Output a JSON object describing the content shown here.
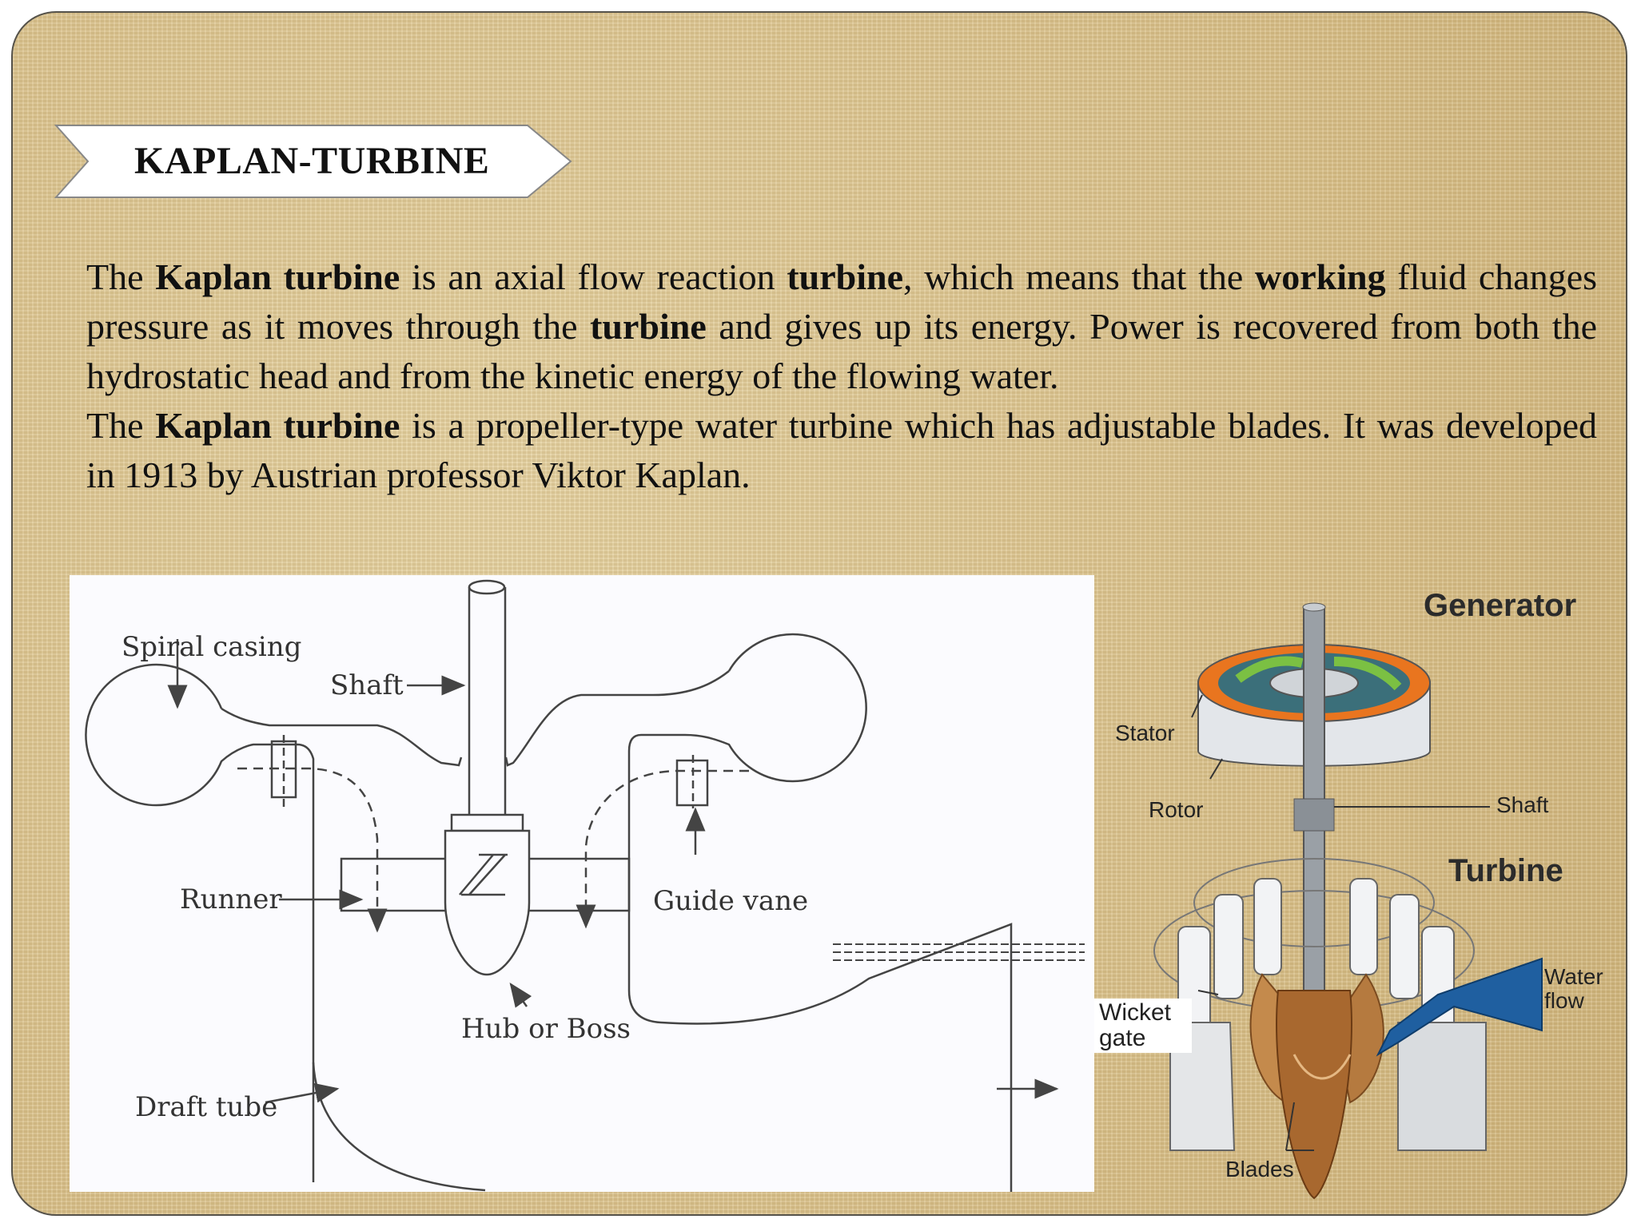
{
  "title": "KAPLAN-TURBINE",
  "paragraph1": {
    "s1": "The ",
    "b1": "Kaplan turbine",
    "s2": " is an axial flow reaction ",
    "b2": "turbine",
    "s3": ", which means that the ",
    "b3": "working",
    "s4": " fluid changes pressure as it moves through the ",
    "b4": "turbine",
    "s5": " and gives up its energy. Power is recovered from both the hydrostatic head and from the kinetic energy of the flowing water."
  },
  "paragraph2": {
    "s1": "The ",
    "b1": "Kaplan turbine",
    "s2": " is a propeller-type water turbine which has adjustable blades. It was developed in 1913 by Austrian professor Viktor Kaplan."
  },
  "diagram_labels": {
    "spiral_casing": "Spiral casing",
    "shaft": "Shaft",
    "runner": "Runner",
    "guide_vane": "Guide vane",
    "hub_or_boss": "Hub or Boss",
    "draft_tube": "Draft tube"
  },
  "illustration_labels": {
    "generator": "Generator",
    "stator": "Stator",
    "rotor": "Rotor",
    "shaft": "Shaft",
    "turbine": "Turbine",
    "water_flow": "Water flow",
    "wicket_gate": "Wicket gate",
    "blades": "Blades"
  },
  "colors": {
    "background": "#dcc592",
    "diagram_line": "#444444",
    "water_flow": "#1f5fa0",
    "blade_bronze": "#b57a3f"
  }
}
